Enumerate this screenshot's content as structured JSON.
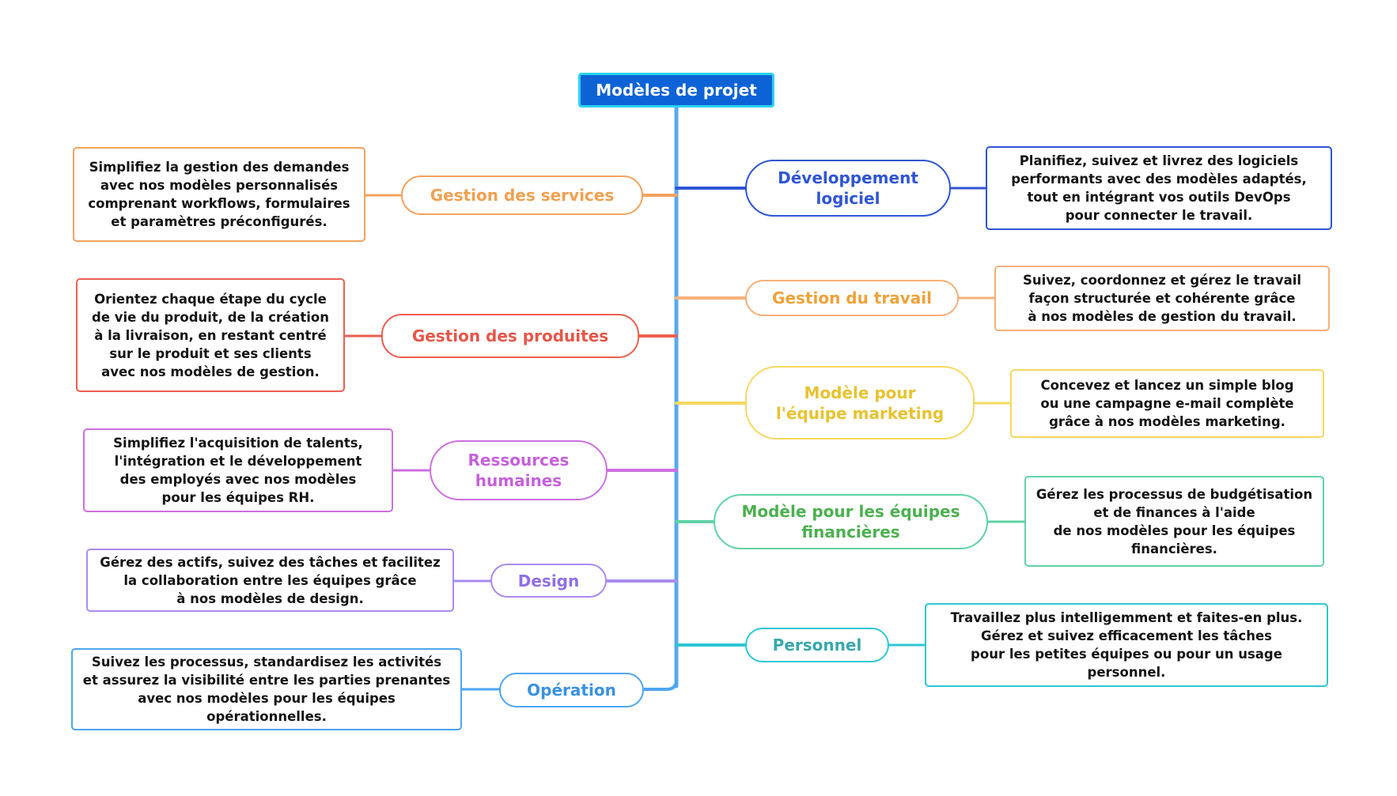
{
  "title": "Modèles de projet",
  "branches": [
    {
      "id": "services",
      "topic": "Gestion des services",
      "color": "#f5a25d",
      "text_color": "#f0a050",
      "description": "Simplifiez la gestion des demandes\navec nos modèles personnalisés\ncomprenant workflows, formulaires\net paramètres préconfigurés."
    },
    {
      "id": "produits",
      "topic": "Gestion des produites",
      "color": "#ec5f4f",
      "text_color": "#e65648",
      "description": "Orientez chaque étape du cycle\nde vie du produit, de la création\nà la livraison, en restant centré\nsur le produit et ses clients\navec nos modèles de gestion."
    },
    {
      "id": "rh",
      "topic": "Ressources\nhumaines",
      "color": "#cc6fe0",
      "text_color": "#c560dc",
      "description": "Simplifiez l'acquisition de talents,\nl'intégration et le développement\ndes employés avec nos modèles\npour les équipes RH."
    },
    {
      "id": "design",
      "topic": "Design",
      "color": "#a98cf0",
      "text_color": "#8e6ee6",
      "description": "Gérez des actifs, suivez des tâches et facilitez\nla collaboration entre les équipes grâce\nà nos modèles de design."
    },
    {
      "id": "operation",
      "topic": "Opération",
      "color": "#4ea5ef",
      "text_color": "#3a92e0",
      "description": "Suivez les processus, standardisez les activités\net assurez la visibilité entre les parties prenantes\navec nos modèles pour les équipes\nopérationnelles."
    },
    {
      "id": "dev",
      "topic": "Développement\nlogiciel",
      "color": "#2f55d4",
      "text_color": "#2f55d4",
      "description": "Planifiez, suivez et livrez des logiciels\nperformants avec des modèles adaptés,\ntout en intégrant vos outils DevOps\npour connecter le travail."
    },
    {
      "id": "travail",
      "topic": "Gestion du travail",
      "color": "#f7b07a",
      "text_color": "#eea23a",
      "description": "Suivez, coordonnez et gérez le travail\nfaçon structurée et cohérente grâce\nà nos modèles de gestion du travail."
    },
    {
      "id": "marketing",
      "topic": "Modèle pour\nl'équipe marketing",
      "color": "#f5d861",
      "text_color": "#e8c230",
      "description": "Concevez et lancez un simple blog\nou une campagne e-mail complète\ngrâce à nos modèles marketing."
    },
    {
      "id": "finance",
      "topic": "Modèle pour les équipes\nfinancières",
      "color": "#5fd3a6",
      "text_color": "#4cb050",
      "description": "Gérez les processus de budgétisation\net de finances à l'aide\nde nos modèles pour les équipes\nfinancières."
    },
    {
      "id": "personnel",
      "topic": "Personnel",
      "color": "#2dc7d3",
      "text_color": "#38a8ad",
      "description": "Travaillez plus intelligemment et faites-en plus.\nGérez et suivez efficacement les tâches\npour les petites équipes ou pour un usage\npersonnel."
    }
  ],
  "colors": {
    "trunk": "#5aa8ee",
    "root_fill": "#0d63d6",
    "root_border": "#29d3f0"
  }
}
